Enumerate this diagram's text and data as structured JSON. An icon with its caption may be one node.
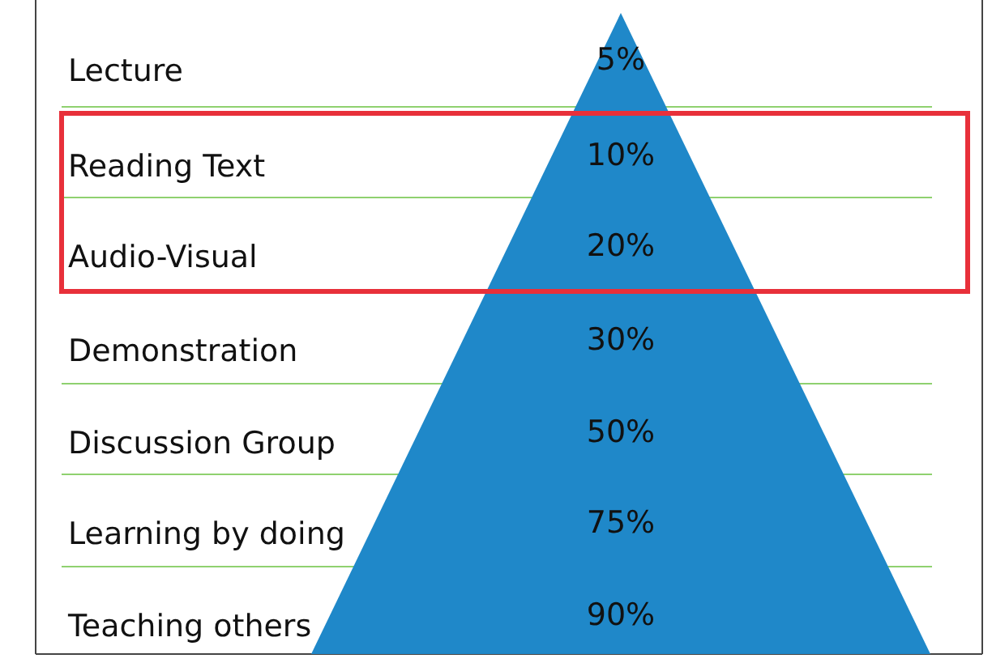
{
  "diagram": {
    "nodes": [
      {
        "text": [
          "5%",
          "10%",
          "20%",
          "30%",
          "50%",
          "75%",
          "90%"
        ]
      }
    ],
    "labels": [
      "Lecture",
      "Reading Text",
      "Audio-Visual",
      "Demonstration",
      "Discussion Group",
      "Learning by doing",
      "Teaching others"
    ]
  }
}
